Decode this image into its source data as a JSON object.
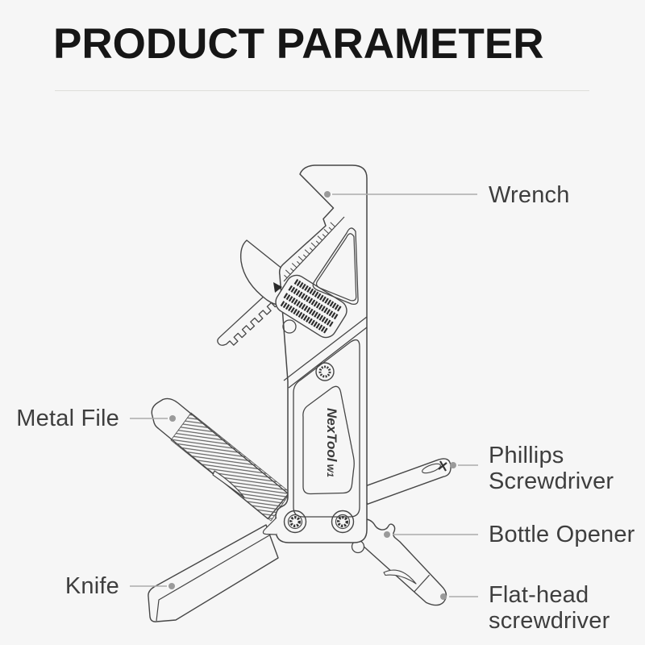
{
  "page": {
    "background_color": "#f6f6f6"
  },
  "header": {
    "title": "PRODUCT PARAMETER"
  },
  "product": {
    "brand": "NexTool",
    "model": "W1"
  },
  "callouts": {
    "wrench": {
      "lines": [
        "Wrench"
      ]
    },
    "metal_file": {
      "lines": [
        "Metal File"
      ]
    },
    "knife": {
      "lines": [
        "Knife"
      ]
    },
    "phillips_screwdriver": {
      "lines": [
        "Phillips",
        "Screwdriver"
      ]
    },
    "bottle_opener": {
      "lines": [
        "Bottle Opener"
      ]
    },
    "flathead_screwdriver": {
      "lines": [
        "Flat-head",
        "screwdriver"
      ]
    }
  },
  "colors": {
    "ink": "#464646",
    "dark_detail": "#2d2d2d",
    "leader_line": "#ababab",
    "leader_dot": "#9a9a9a",
    "label_text": "#3e3e3e",
    "title_text": "#161616",
    "divider": "#ddddda",
    "background": "#f6f6f6"
  }
}
